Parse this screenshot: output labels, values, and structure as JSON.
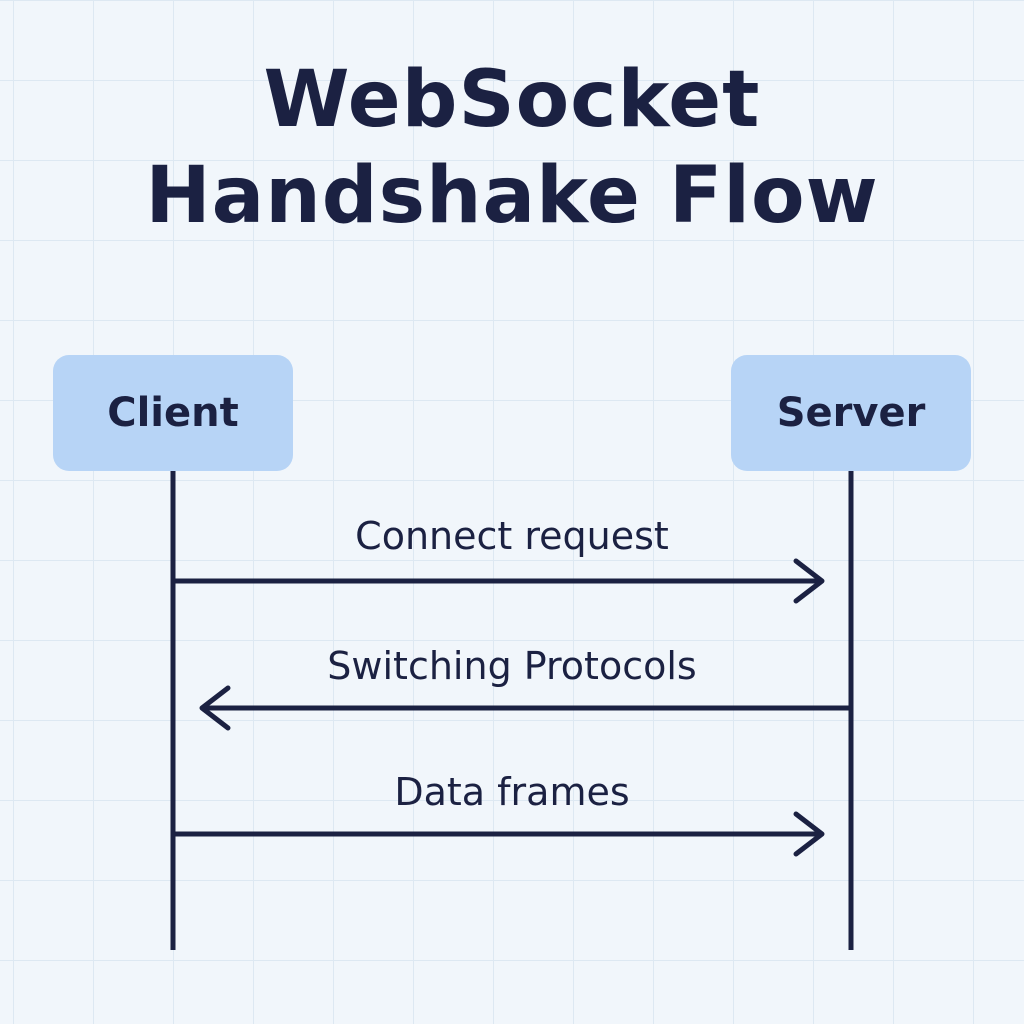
{
  "title": {
    "line1": "WebSocket",
    "line2": "Handshake Flow"
  },
  "participants": {
    "client": "Client",
    "server": "Server"
  },
  "messages": [
    {
      "label": "Connect request",
      "direction": "client-to-server"
    },
    {
      "label": "Switching Protocols",
      "direction": "server-to-client"
    },
    {
      "label": "Data frames",
      "direction": "client-to-server"
    }
  ],
  "colors": {
    "line": "#1b2142",
    "participant_fill": "#b7d4f6",
    "background": "#f1f6fb"
  }
}
